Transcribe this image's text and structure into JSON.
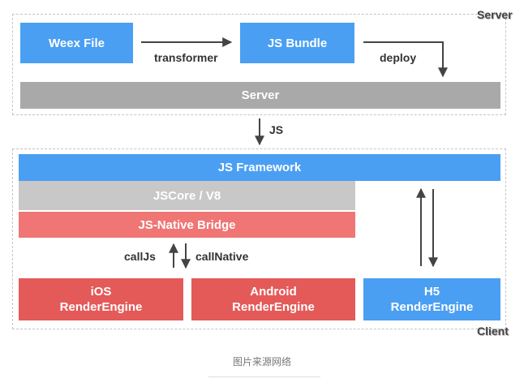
{
  "server_section": {
    "corner_label": "Server",
    "weex_file": "Weex File",
    "transformer": "transformer",
    "js_bundle": "JS Bundle",
    "deploy": "deploy",
    "server_bar": "Server"
  },
  "js_link": "JS",
  "client_section": {
    "corner_label": "Client",
    "js_framework": "JS Framework",
    "jscore": "JSCore / V8",
    "bridge": "JS-Native Bridge",
    "call_js": "callJs",
    "call_native": "callNative",
    "ios_line1": "iOS",
    "ios_line2": "RenderEngine",
    "android_line1": "Android",
    "android_line2": "RenderEngine",
    "h5_line1": "H5",
    "h5_line2": "RenderEngine"
  },
  "caption": "图片来源网络",
  "colors": {
    "blue": "#4a9ff2",
    "gray": "#a9a9a9",
    "light_gray": "#c8c8c8",
    "red": "#e45a58",
    "light_red": "#ef7674",
    "arrow": "#444444"
  }
}
